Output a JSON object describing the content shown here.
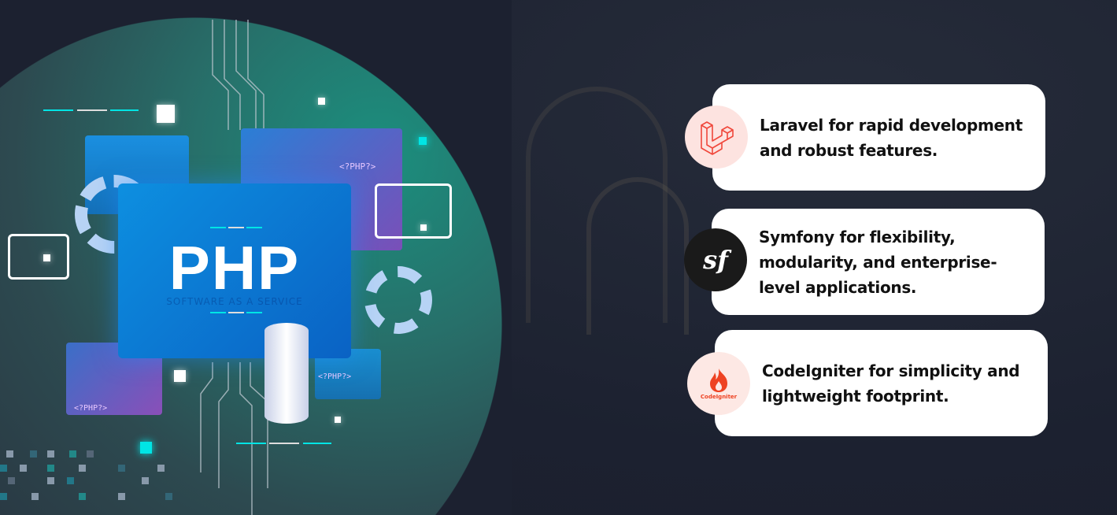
{
  "hero": {
    "main_label": "PHP",
    "faint_subtitle": "SOFTWARE AS A SERVICE",
    "code_labels": [
      "<?PHP?>",
      "<?PHP?>",
      "<?PHP?>"
    ]
  },
  "frameworks": [
    {
      "name": "Laravel",
      "icon": "laravel-icon",
      "text": "Laravel for rapid development and robust features.",
      "icon_bg": "#fde3e0",
      "icon_color": "#f0473b"
    },
    {
      "name": "Symfony",
      "icon": "symfony-icon",
      "text": "Symfony for flexibility, modularity, and enterprise-level applications.",
      "icon_bg": "#1a1a1a",
      "icon_color": "#ffffff",
      "logo_text": "sf"
    },
    {
      "name": "CodeIgniter",
      "icon": "codeigniter-icon",
      "text": "CodeIgniter for simplicity and lightweight footprint.",
      "icon_bg": "#fde8e4",
      "icon_color": "#ee4323",
      "logo_text": "CodeIgniter"
    }
  ],
  "colors": {
    "background": "#1d2230",
    "circle": "#1b8f7e",
    "accent_cyan": "#00e5e5",
    "card": "#ffffff"
  }
}
